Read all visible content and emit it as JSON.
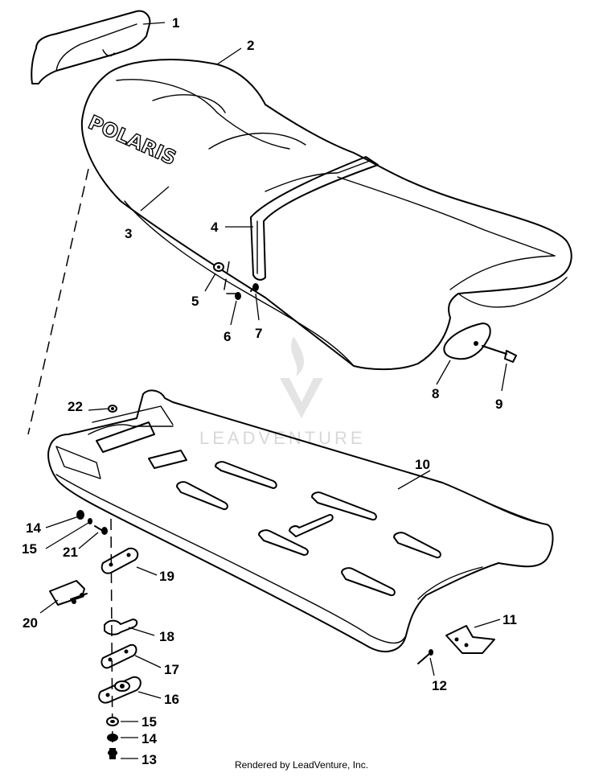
{
  "diagram": {
    "logo_text": "POLARIS",
    "watermark": "LEADVENTURE",
    "footer": "Rendered by LeadVenture, Inc.",
    "callouts": {
      "c1": "1",
      "c2": "2",
      "c3": "3",
      "c4": "4",
      "c5": "5",
      "c6": "6",
      "c7": "7",
      "c8": "8",
      "c9": "9",
      "c10": "10",
      "c11": "11",
      "c12": "12",
      "c13": "13",
      "c14a": "14",
      "c14b": "14",
      "c15a": "15",
      "c15b": "15",
      "c16": "16",
      "c17": "17",
      "c18": "18",
      "c19": "19",
      "c20": "20",
      "c21": "21",
      "c22": "22"
    }
  }
}
